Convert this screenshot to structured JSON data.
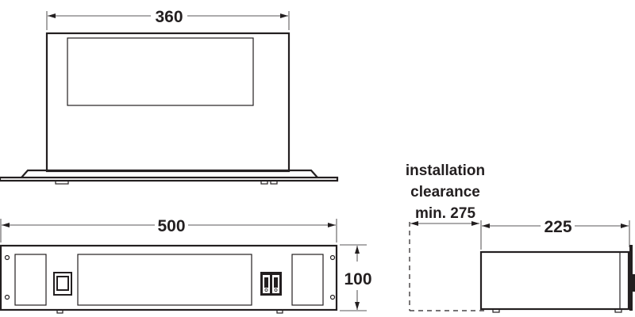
{
  "drawing": {
    "units": "mm",
    "top_view": {
      "width_label": "360"
    },
    "front_view": {
      "width_label": "500",
      "height_label": "100"
    },
    "side_view": {
      "depth_label": "225",
      "clearance_note": {
        "line1": "installation",
        "line2": "clearance",
        "line3": "min. 275"
      }
    },
    "colors": {
      "line": "#231f20",
      "background": "#ffffff"
    }
  }
}
